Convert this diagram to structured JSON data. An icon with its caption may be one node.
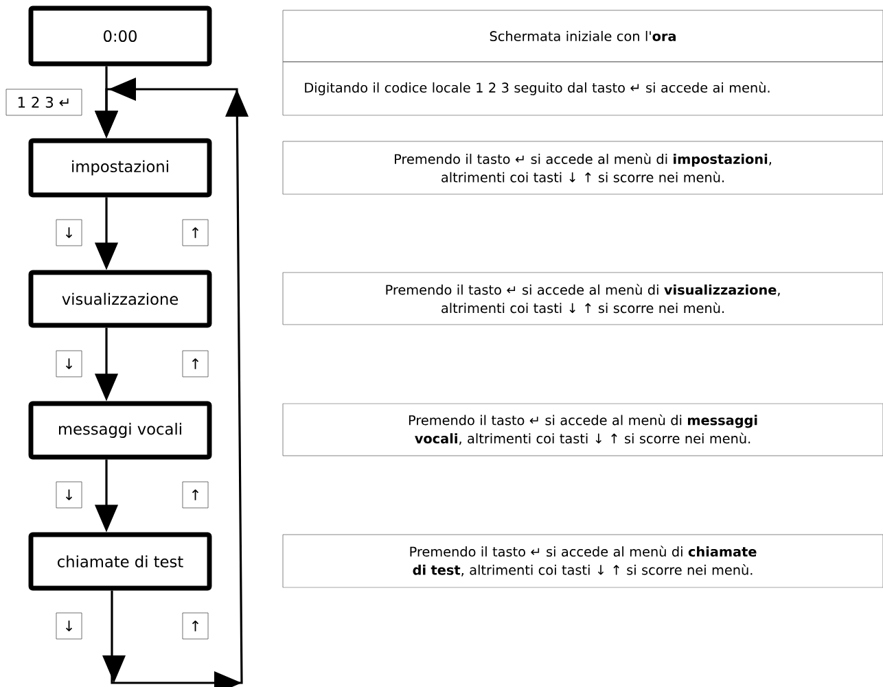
{
  "diagram": {
    "nodes": [
      {
        "text": [
          "0:00"
        ]
      },
      {
        "text": [
          "impostazioni"
        ]
      },
      {
        "text": [
          "visualizzazione"
        ]
      },
      {
        "text": [
          "messaggi vocali"
        ]
      },
      {
        "text": [
          "chiamate di test"
        ]
      },
      {
        "text": [
          "1 2 3 ↵"
        ]
      },
      {
        "text": [
          "↓"
        ]
      },
      {
        "text": [
          "↑"
        ]
      },
      {
        "text": [
          "↓"
        ]
      },
      {
        "text": [
          "↑"
        ]
      },
      {
        "text": [
          "↓"
        ]
      },
      {
        "text": [
          "↑"
        ]
      },
      {
        "text": [
          "↓"
        ]
      },
      {
        "text": [
          "↑"
        ]
      },
      {
        "text": [
          "Schermata iniziale con l'**ora**"
        ]
      },
      {
        "text": [
          "Digitando il codice locale 1 2 3 seguito dal tasto ↵ si accede ai menù."
        ]
      },
      {
        "text": [
          "Premendo il tasto ↵ si accede al menù di **impostazioni**, altrimenti coi tasti ↓ ↑ si scorre nei menù."
        ]
      },
      {
        "text": [
          "Premendo il tasto ↵ si accede al menù di **visualizzazione**, altrimenti coi tasti ↓ ↑ si scorre nei menù."
        ]
      },
      {
        "text": [
          "Premendo il tasto ↵ si accede al menù di **messaggi vocali**, altrimenti coi tasti ↓ ↑ si scorre nei menù."
        ]
      },
      {
        "text": [
          "Premendo il tasto ↵ si accede al menù di **chiamate di test**, altrimenti coi tasti ↓ ↑ si scorre nei menù."
        ]
      }
    ],
    "edges": [
      {
        "from": 0,
        "to": 1,
        "arrow": "to"
      },
      {
        "from": 1,
        "to": 2,
        "arrow": "to"
      },
      {
        "from": 2,
        "to": 3,
        "arrow": "to"
      },
      {
        "from": 3,
        "to": 4,
        "arrow": "to"
      },
      {
        "from": 4,
        "to": 1,
        "arrow": "to"
      }
    ]
  }
}
